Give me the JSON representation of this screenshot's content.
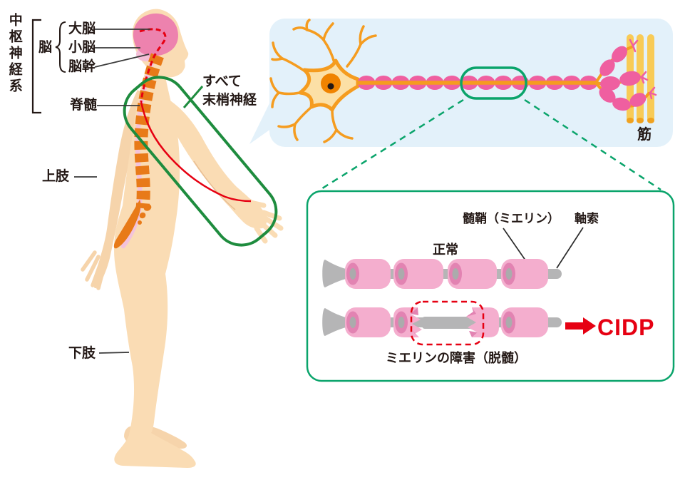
{
  "title": "CIDP nervous-system diagram",
  "colors": {
    "skin": "#FADCB4",
    "skin_back": "#F6D4AB",
    "brain_pink": "#ED82AE",
    "cerebellum_pink": "#F5BFD7",
    "spine_orange": "#E87A18",
    "cord_pink": "#F3C3DB",
    "nerve_red": "#E60012",
    "accent_red": "#E60012",
    "green_dark": "#1E8C3E",
    "green_teal": "#0AA46B",
    "panel_blue": "#E3F1FA",
    "myelin_pink": "#EF5FA0",
    "axon_orange": "#F59C1F",
    "myelin_light": "#F4AECE",
    "myelin_cap": "#E283B2",
    "axon_gray": "#B5B5B6",
    "muscle_yellow": "#F8CB56",
    "text": "#231815"
  },
  "figure": {
    "cns_system": "中枢神経系",
    "brain": "脳",
    "cerebrum": "大脳",
    "cerebellum": "小脳",
    "brainstem": "脳幹",
    "spinal_cord": "脊髄",
    "upper_limb": "上肢",
    "lower_limb": "下肢",
    "peripheral_line1": "すべて",
    "peripheral_line2": "末梢神経"
  },
  "neuron_panel": {
    "muscle": "筋"
  },
  "detail_panel": {
    "myelin": "髄鞘（ミエリン）",
    "axon": "軸索",
    "normal": "正常",
    "damage": "ミエリンの障害（脱髄）",
    "cidp": "CIDP"
  }
}
